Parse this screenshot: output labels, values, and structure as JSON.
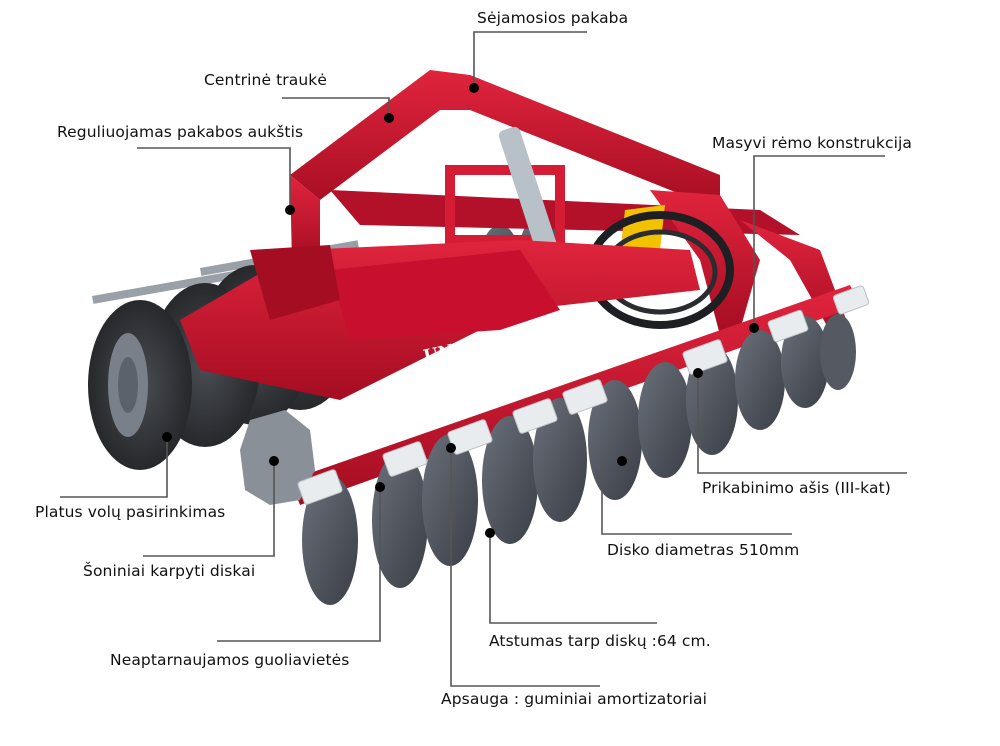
{
  "diagram": {
    "subject": "Disc harrow (tractor-mounted)",
    "brand_mark": "UNIA",
    "colors": {
      "frame_red": "#c8102e",
      "frame_red_dark": "#8e0c1f",
      "disc_gray": "#4a4f57",
      "tire_black": "#2a2c30",
      "leader_line": "#555555",
      "dot": "#000000"
    },
    "callouts": [
      {
        "id": "sejamosios-pakaba",
        "text": "Sėjamosios pakaba"
      },
      {
        "id": "centrine-trauke",
        "text": "Centrinė traukė"
      },
      {
        "id": "reguliuojamas-aukstis",
        "text": "Reguliuojamas pakabos aukštis"
      },
      {
        "id": "masyvi-remo-konstrukcija",
        "text": "Masyvi rėmo konstrukcija"
      },
      {
        "id": "prikabinimo-asis",
        "text": "Prikabinimo ašis (III-kat)"
      },
      {
        "id": "platus-volu-pasirinkimas",
        "text": "Platus volų pasirinkimas"
      },
      {
        "id": "disko-diametras",
        "text": "Disko diametras 510mm"
      },
      {
        "id": "soniniai-karpyti-diskai",
        "text": "Šoniniai karpyti diskai"
      },
      {
        "id": "atstumas-tarp-disku",
        "text": "Atstumas tarp diskų :64 cm."
      },
      {
        "id": "neaptarnaujamos-guoliavietes",
        "text": "Neaptarnaujamos guoliavietės"
      },
      {
        "id": "apsauga",
        "text": "Apsauga : guminiai amortizatoriai"
      }
    ]
  }
}
